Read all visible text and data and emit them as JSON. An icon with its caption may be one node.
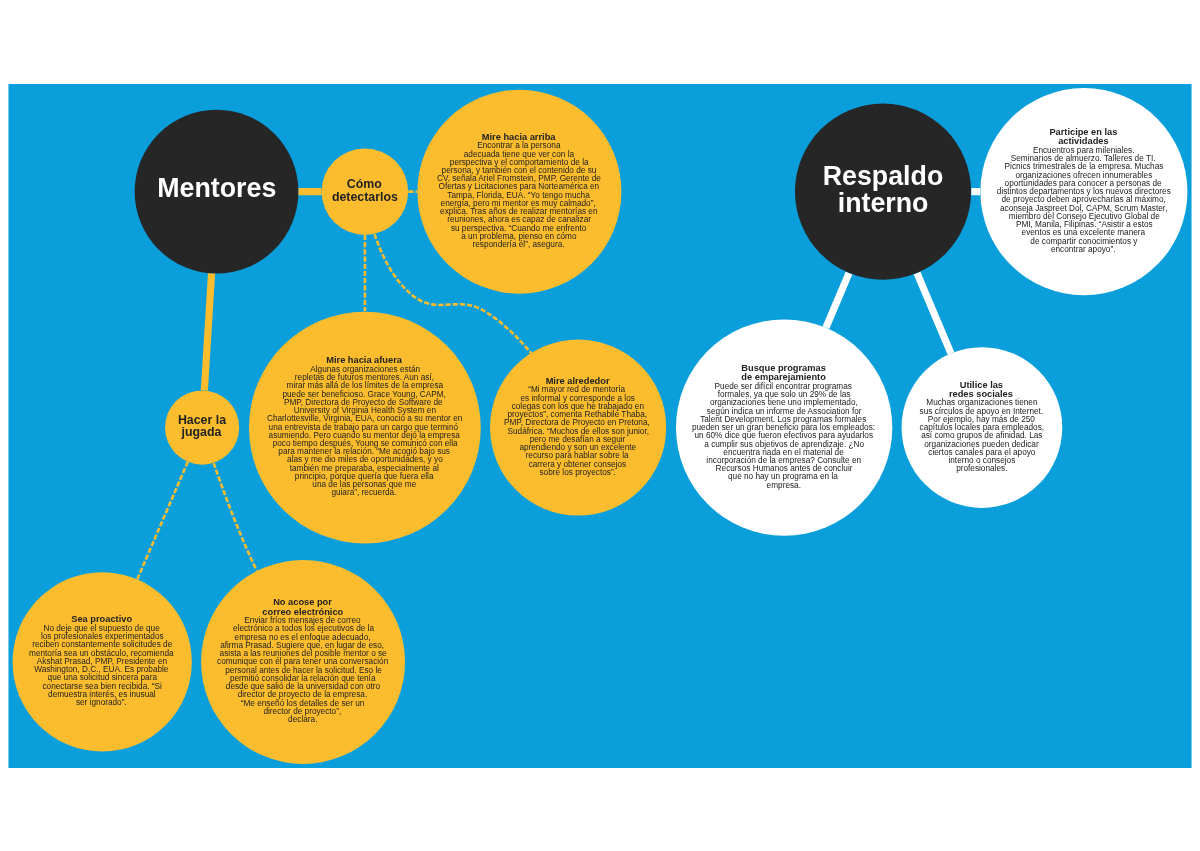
{
  "diagram": {
    "nodes": [
      {
        "text": [
          "Mentores"
        ]
      },
      {
        "text": [
          "Cómo detectarlos"
        ]
      },
      {
        "text": [
          "Mire hacia arriba",
          "Encontrar a la persona adecuada tiene que ver con la perspectiva y el comportamiento de la persona, y también con el contenido de su CV, señala Ariel Fromstein, PMP, Gerente de Ofertas y Licitaciones para Norteamérica en Tampa, Florida, EUA. “Yo tengo mucha energía, pero mi mentor es muy calmado”, explica. Tras años de realizar mentorías en reuniones, ahora es capaz de canalizar su perspectiva. “Cuando me enfrento a un problema, pienso en cómo respondería él”, asegura."
        ]
      },
      {
        "text": [
          "Mire alrededor",
          "“Mi mayor red de mentoría es informal y corresponde a los colegas con los que he trabajado en proyectos”, comenta Rethabile Thaba, PMP, Directora de Proyecto en Pretoria, Sudáfrica. “Muchos de ellos son junior, pero me desafían a seguir aprendiendo y son un excelente recurso para hablar sobre la carrera y obtener consejos sobre los proyectos”."
        ]
      },
      {
        "text": [
          "Mire hacia afuera",
          "Algunas organizaciones están repletas de futuros mentores. Aun así, mirar más allá de los límites de la empresa puede ser beneficioso. Grace Young, CAPM, PMP, Directora de Proyecto de Software de University of Virginia Health System en Charlottesville, Virginia, EUA, conoció a su mentor en una entrevista de trabajo para un cargo que terminó asumiendo. Pero cuando su mentor dejó la empresa poco tiempo después, Young se comunicó con ella para mantener la relación. “Me acogió bajo sus alas y me dio miles de oportunidades, y yo también me preparaba, especialmente al principio, porque quería que fuera ella una de las personas que me guiara”, recuerda."
        ]
      },
      {
        "text": [
          "Hacer la jugada"
        ]
      },
      {
        "text": [
          "No acose por correo electrónico",
          "Enviar fríos mensajes de correo electrónico a todos los ejecutivos de la empresa no es el enfoque adecuado, afirma Prasad. Sugiere que, en lugar de eso, asista a las reuniones del posible mentor o se comunique con él para tener una conversación personal antes de hacer la solicitud. Eso le permitió consolidar la relación que tenía desde que salió de la universidad con otro director de proyecto de la empresa. “Me enseñó los detalles de ser un director de proyecto”, declara."
        ]
      },
      {
        "text": [
          "Sea proactivo",
          "No deje que el supuesto de que los profesionales experimentados reciben constantemente solicitudes de mentoría sea un obstáculo, recomienda Akshat Prasad, PMP, Presidente en Washington, D.C., EUA. Es probable que una solicitud sincera para conectarse sea bien recibida. “Si demuestra interés, es inusual ser ignorado”."
        ]
      },
      {
        "text": [
          "Respaldo interno"
        ]
      },
      {
        "text": [
          "Busque programas de emparejamiento",
          "Puede ser difícil encontrar programas formales, ya que solo un 29% de las organizaciones tiene uno implementado, según indica un informe de Association for Talent Development. Los programas formales pueden ser un gran beneficio para los empleados: un 60% dice que fueron efectivos para ayudarlos a cumplir sus objetivos de aprendizaje. ¿No encuentra nada en el material de incorporación de la empresa? Consulte en Recursos Humanos antes de concluir que no hay un programa en la empresa."
        ]
      },
      {
        "text": [
          "Participe en las actividades",
          "Encuentros para mileniales. Seminarios de almuerzo. Talleres de TI. Picnics trimestrales de la empresa. Muchas organizaciones ofrecen innumerables oportunidades para conocer a personas de distintos departamentos y los nuevos directores de proyecto deben aprovecharlas al máximo, aconseja Jaspreet Dol, CAPM, Scrum Master, miembro del Consejo Ejecutivo Global de PMI, Manila, Filipinas. “Asistir a estos eventos es una excelente manera de compartir conocimientos y encontrar apoyo”."
        ]
      },
      {
        "text": [
          "Utilice las redes sociales",
          "Muchas organizaciones tienen sus círculos de apoyo en Internet. Por ejemplo, hay más de 250 capítulos locales para empleados, así como grupos de afinidad. Las organizaciones pueden dedicar ciertos canales para el apoyo interno o consejos profesionales."
        ]
      }
    ],
    "edges": [
      {
        "from": 0,
        "to": 1,
        "arrow": "none",
        "style": "thick"
      },
      {
        "from": 1,
        "to": 2,
        "arrow": "none",
        "style": "dashed"
      },
      {
        "from": 1,
        "to": 3,
        "arrow": "none",
        "style": "dashed"
      },
      {
        "from": 1,
        "to": 4,
        "arrow": "none",
        "style": "dashed"
      },
      {
        "from": 0,
        "to": 5,
        "arrow": "none",
        "style": "thick"
      },
      {
        "from": 5,
        "to": 6,
        "arrow": "none",
        "style": "dashed"
      },
      {
        "from": 5,
        "to": 7,
        "arrow": "none",
        "style": "dashed"
      },
      {
        "from": 8,
        "to": 9,
        "arrow": "none",
        "style": "thick",
        "color": "#ffffff"
      },
      {
        "from": 8,
        "to": 10,
        "arrow": "none",
        "style": "thick",
        "color": "#ffffff"
      },
      {
        "from": 8,
        "to": 11,
        "arrow": "none",
        "style": "thick",
        "color": "#ffffff"
      }
    ]
  }
}
